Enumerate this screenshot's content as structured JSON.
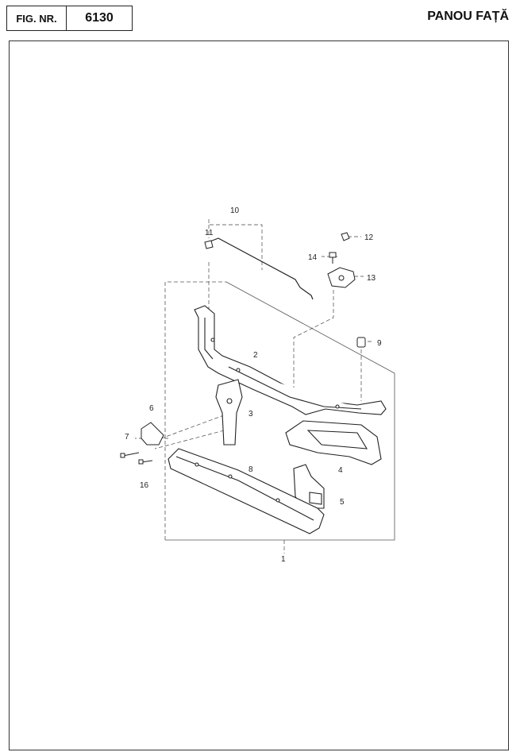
{
  "header": {
    "fig_label": "FIG. NR.",
    "fig_number": "6130",
    "title": "PANOU FAȚĂ"
  },
  "callouts": [
    "1",
    "2",
    "3",
    "4",
    "5",
    "6",
    "7",
    "8",
    "9",
    "10",
    "11",
    "12",
    "13",
    "14",
    "16"
  ]
}
